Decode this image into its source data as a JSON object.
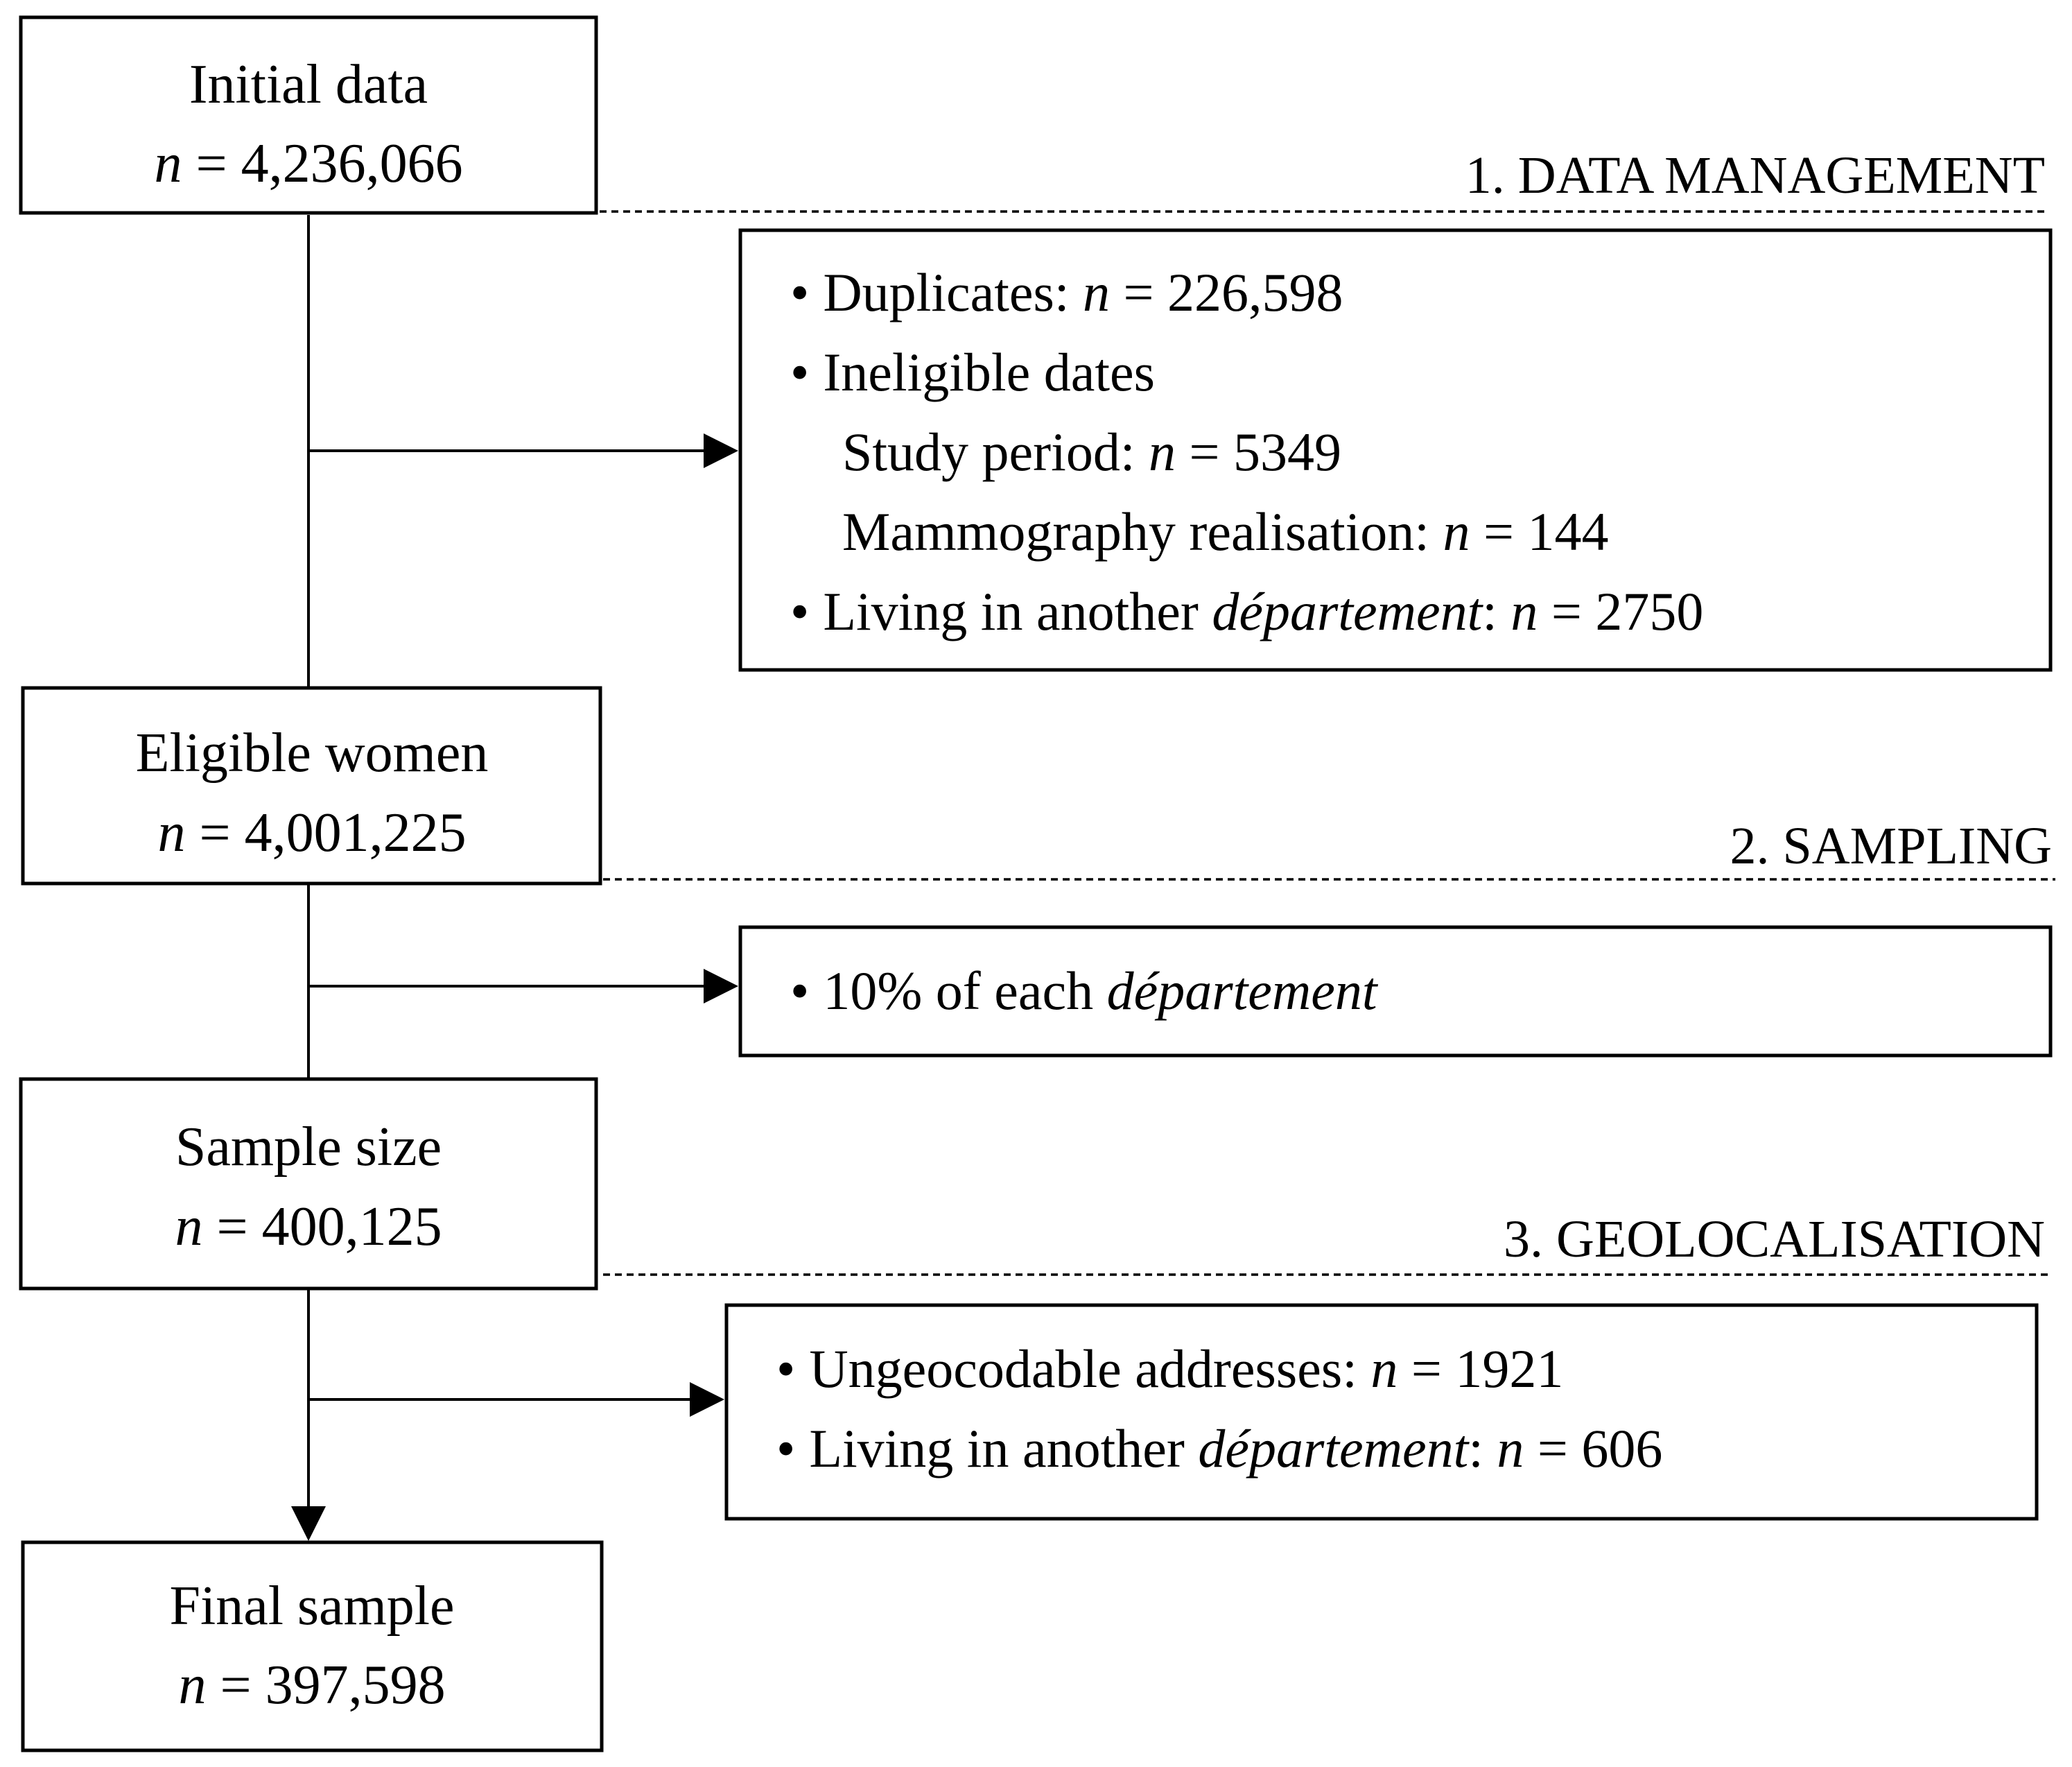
{
  "stages": [
    {
      "title": "Initial data",
      "n_label": "n",
      "eq": " = ",
      "count": "4,236,066"
    },
    {
      "title": "Eligible women",
      "n_label": "n",
      "eq": " = ",
      "count": "4,001,225"
    },
    {
      "title": "Sample size",
      "n_label": "n",
      "eq": " = ",
      "count": "400,125"
    },
    {
      "title": "Final sample",
      "n_label": "n",
      "eq": " = ",
      "count": "397,598"
    }
  ],
  "sections": [
    "1. DATA MANAGEMENT",
    "2. SAMPLING",
    "3. GEOLOCALISATION"
  ],
  "exclusions": [
    {
      "lines": [
        {
          "bullet": "•",
          "text": "Duplicates: ",
          "italic": "n",
          "rest": " = 226,598"
        },
        {
          "bullet": "•",
          "text": "Ineligible dates",
          "italic": "",
          "rest": ""
        },
        {
          "bullet": "",
          "text": "Study period: ",
          "italic": "n",
          "rest": " = 5349"
        },
        {
          "bullet": "",
          "text": "Mammography realisation: ",
          "italic": "n",
          "rest": " = 144"
        },
        {
          "bullet": "•",
          "text": "Living in another ",
          "italic": "département",
          "rest": ": ",
          "italic2": "n",
          "rest2": " = 2750"
        }
      ]
    },
    {
      "lines": [
        {
          "bullet": "•",
          "text": "10% of each ",
          "italic": "département",
          "rest": ""
        }
      ]
    },
    {
      "lines": [
        {
          "bullet": "•",
          "text": "Ungeocodable addresses: ",
          "italic": "n",
          "rest": " = 1921"
        },
        {
          "bullet": "•",
          "text": "Living in another ",
          "italic": "département",
          "rest": ": ",
          "italic2": "n",
          "rest2": " = 606"
        }
      ]
    }
  ]
}
